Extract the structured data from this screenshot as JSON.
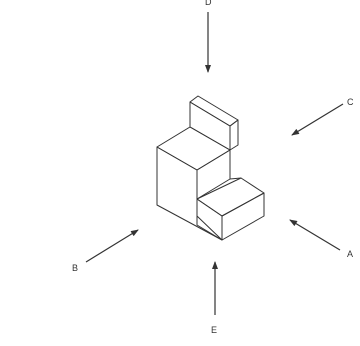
{
  "figure": {
    "view_labels": {
      "a": "A",
      "b": "B",
      "c": "C",
      "d": "D",
      "e": "E"
    },
    "colors": {
      "line": "#333333",
      "background": "#ffffff"
    }
  }
}
